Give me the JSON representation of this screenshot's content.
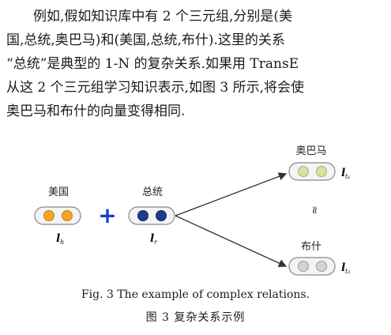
{
  "paragraph": {
    "lines": [
      "例如,假如知识库中有 2 个三元组,分别是(美",
      "国,总统,奥巴马)和(美国,总统,布什).这里的关系",
      "“总统”是典型的 1-N 的复杂关系.如果用 TransE",
      "从这 2 个三元组学习知识表示,如图 3 所示,将会使",
      "奥巴马和布什的向量变得相同."
    ]
  },
  "figure": {
    "head": {
      "label": "美国",
      "vector": "l",
      "sub": "h",
      "color": "#f5a623",
      "stroke": "#c77d0a"
    },
    "relation": {
      "label": "总统",
      "vector": "l",
      "sub": "r",
      "color": "#1f3c88",
      "stroke": "#102463"
    },
    "tail1": {
      "label": "奥巴马",
      "vector": "l",
      "sub": "t₁",
      "color": "#d6e2a3",
      "stroke": "#a6b46a"
    },
    "tail2": {
      "label": "布什",
      "vector": "l",
      "sub": "t₂",
      "color": "#d4d4d4",
      "stroke": "#9a9a9a"
    },
    "plus": "+",
    "plus_color": "#1a3bd6",
    "approx": "≈"
  },
  "caption": {
    "en": "Fig. 3    The example of complex relations.",
    "zh": "图 3    复杂关系示例"
  }
}
